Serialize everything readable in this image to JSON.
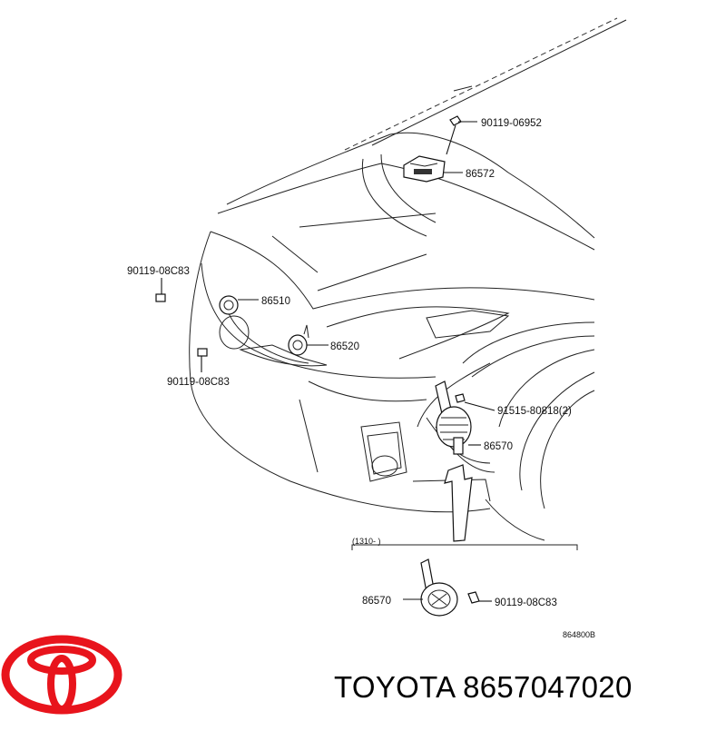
{
  "parts": {
    "p1": "90119-06952",
    "p2": "86572",
    "p3": "90119-08C83",
    "p4": "86510",
    "p5": "86520",
    "p6": "90119-08C83",
    "p7": "91515-80818(2)",
    "p8": "86570",
    "p9": "86570",
    "p10": "90119-08C83"
  },
  "range_label": "(1310-     )",
  "diagram_code": "864800B",
  "brand": "TOYOTA",
  "part_number": "8657047020",
  "colors": {
    "logo": "#e8141c",
    "line": "#222222",
    "text": "#000000"
  }
}
